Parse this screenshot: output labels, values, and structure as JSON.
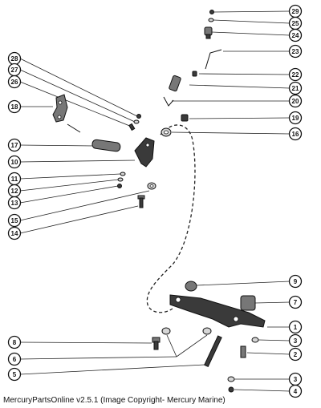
{
  "caption": "MercuryPartsOnline v2.5.1 (Image Copyright- Mercury Marine)",
  "callouts": {
    "c1": "1",
    "c2": "2",
    "c3a": "3",
    "c3b": "3",
    "c4": "4",
    "c5": "5",
    "c6": "6",
    "c7": "7",
    "c8": "8",
    "c9": "9",
    "c10": "10",
    "c11": "11",
    "c12": "12",
    "c13": "13",
    "c14": "14",
    "c15": "15",
    "c16": "16",
    "c17": "17",
    "c18": "18",
    "c19": "19",
    "c20": "20",
    "c21": "21",
    "c22": "22",
    "c23": "23",
    "c24": "24",
    "c25": "25",
    "c26": "26",
    "c27": "27",
    "c28": "28",
    "c29": "29"
  }
}
